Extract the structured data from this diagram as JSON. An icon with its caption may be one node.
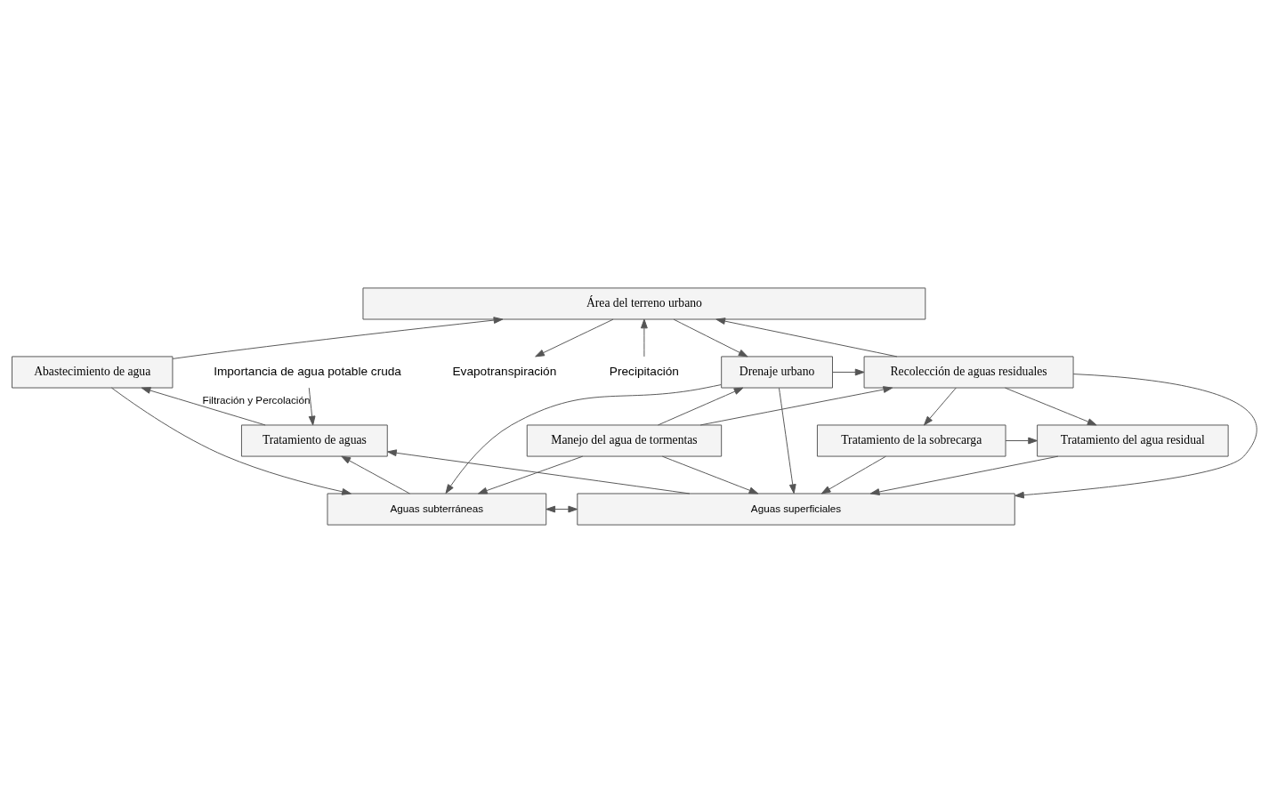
{
  "diagram": {
    "nodes": [
      {
        "text": [
          "Área del terreno urbano"
        ]
      },
      {
        "text": [
          "Abastecimiento de agua"
        ]
      },
      {
        "text": [
          "Drenaje urbano"
        ]
      },
      {
        "text": [
          "Recolección de aguas residuales"
        ]
      },
      {
        "text": [
          "Tratamiento de aguas"
        ]
      },
      {
        "text": [
          "Manejo del agua de tormentas"
        ]
      },
      {
        "text": [
          "Tratamiento de la sobrecarga"
        ]
      },
      {
        "text": [
          "Tratamiento del agua residual"
        ]
      },
      {
        "text": [
          "Aguas subterráneas"
        ]
      },
      {
        "text": [
          "Aguas superficiales"
        ]
      },
      {
        "text": [
          "Importancia de agua potable cruda"
        ]
      },
      {
        "text": [
          "Precipitación"
        ]
      },
      {
        "text": [
          "Evapotranspiración"
        ]
      }
    ],
    "edges": [
      {
        "from": 11,
        "to": 0,
        "arrow": "to"
      },
      {
        "from": 0,
        "to": 12,
        "arrow": "to"
      },
      {
        "from": 1,
        "to": 0,
        "arrow": "to"
      },
      {
        "from": 0,
        "to": 2,
        "arrow": "to"
      },
      {
        "from": 3,
        "to": 0,
        "arrow": "to"
      },
      {
        "from": 4,
        "to": 1,
        "arrow": "to"
      },
      {
        "from": 1,
        "to": 8,
        "arrow": "to"
      },
      {
        "from": 10,
        "to": 4,
        "label": "Filtración y Percolación",
        "arrow": "to"
      },
      {
        "from": 8,
        "to": 4,
        "arrow": "to"
      },
      {
        "from": 9,
        "to": 4,
        "arrow": "to"
      },
      {
        "from": 5,
        "to": 2,
        "arrow": "to"
      },
      {
        "from": 2,
        "to": 8,
        "arrow": "to"
      },
      {
        "from": 5,
        "to": 8,
        "arrow": "to"
      },
      {
        "from": 2,
        "to": 3,
        "arrow": "to"
      },
      {
        "from": 5,
        "to": 3,
        "arrow": "to"
      },
      {
        "from": 2,
        "to": 9,
        "arrow": "to"
      },
      {
        "from": 5,
        "to": 9,
        "arrow": "to"
      },
      {
        "from": 3,
        "to": 6,
        "arrow": "to"
      },
      {
        "from": 3,
        "to": 7,
        "arrow": "to"
      },
      {
        "from": 6,
        "to": 7,
        "arrow": "to"
      },
      {
        "from": 6,
        "to": 9,
        "arrow": "to"
      },
      {
        "from": 7,
        "to": 9,
        "arrow": "to"
      },
      {
        "from": 3,
        "to": 9,
        "arrow": "to"
      },
      {
        "from": 8,
        "to": 9,
        "arrow": "both"
      }
    ]
  }
}
